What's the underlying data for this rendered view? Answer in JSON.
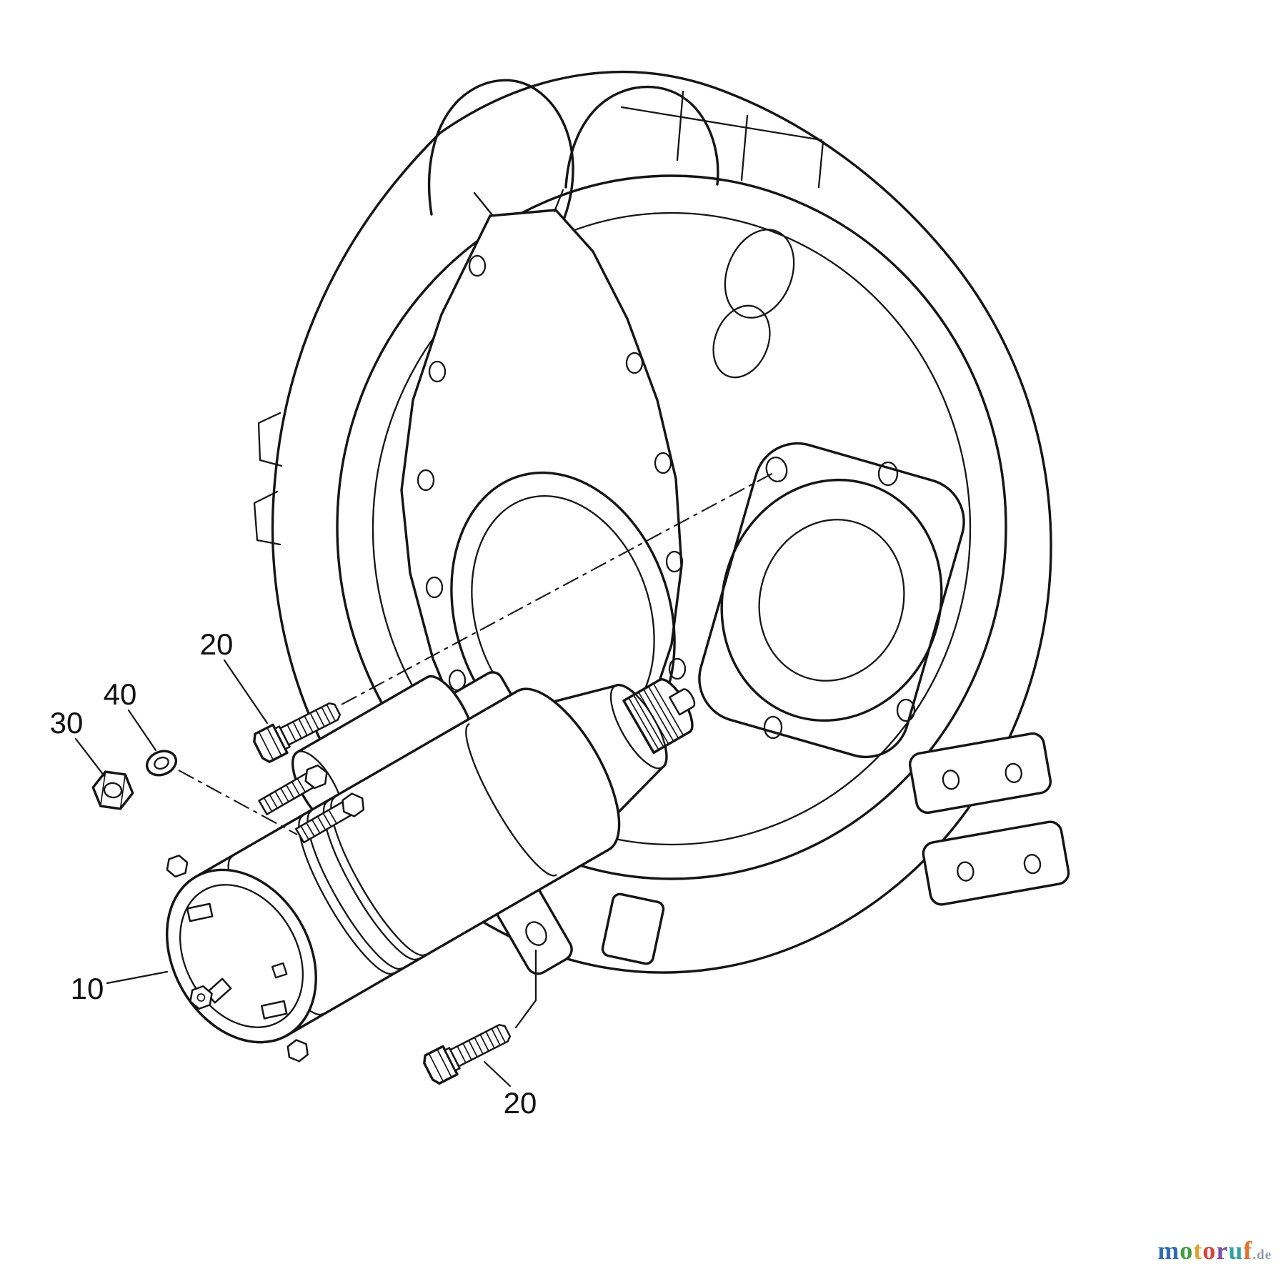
{
  "colors": {
    "background": "#ffffff",
    "line": "#151515"
  },
  "callouts": [
    {
      "label": "20"
    },
    {
      "label": "40"
    },
    {
      "label": "30"
    },
    {
      "label": "10"
    },
    {
      "label": "20"
    }
  ],
  "watermark": {
    "letters": [
      {
        "char": "m",
        "color": "#2f6bb3"
      },
      {
        "char": "o",
        "color": "#3f9e3f"
      },
      {
        "char": "t",
        "color": "#e0a32e"
      },
      {
        "char": "o",
        "color": "#d8433a"
      },
      {
        "char": "r",
        "color": "#7c4fa8"
      },
      {
        "char": "u",
        "color": "#2fa3a0"
      },
      {
        "char": "f",
        "color": "#e4712e"
      }
    ],
    "suffix": {
      "text": ".de",
      "color": "#8f9aa3"
    }
  }
}
